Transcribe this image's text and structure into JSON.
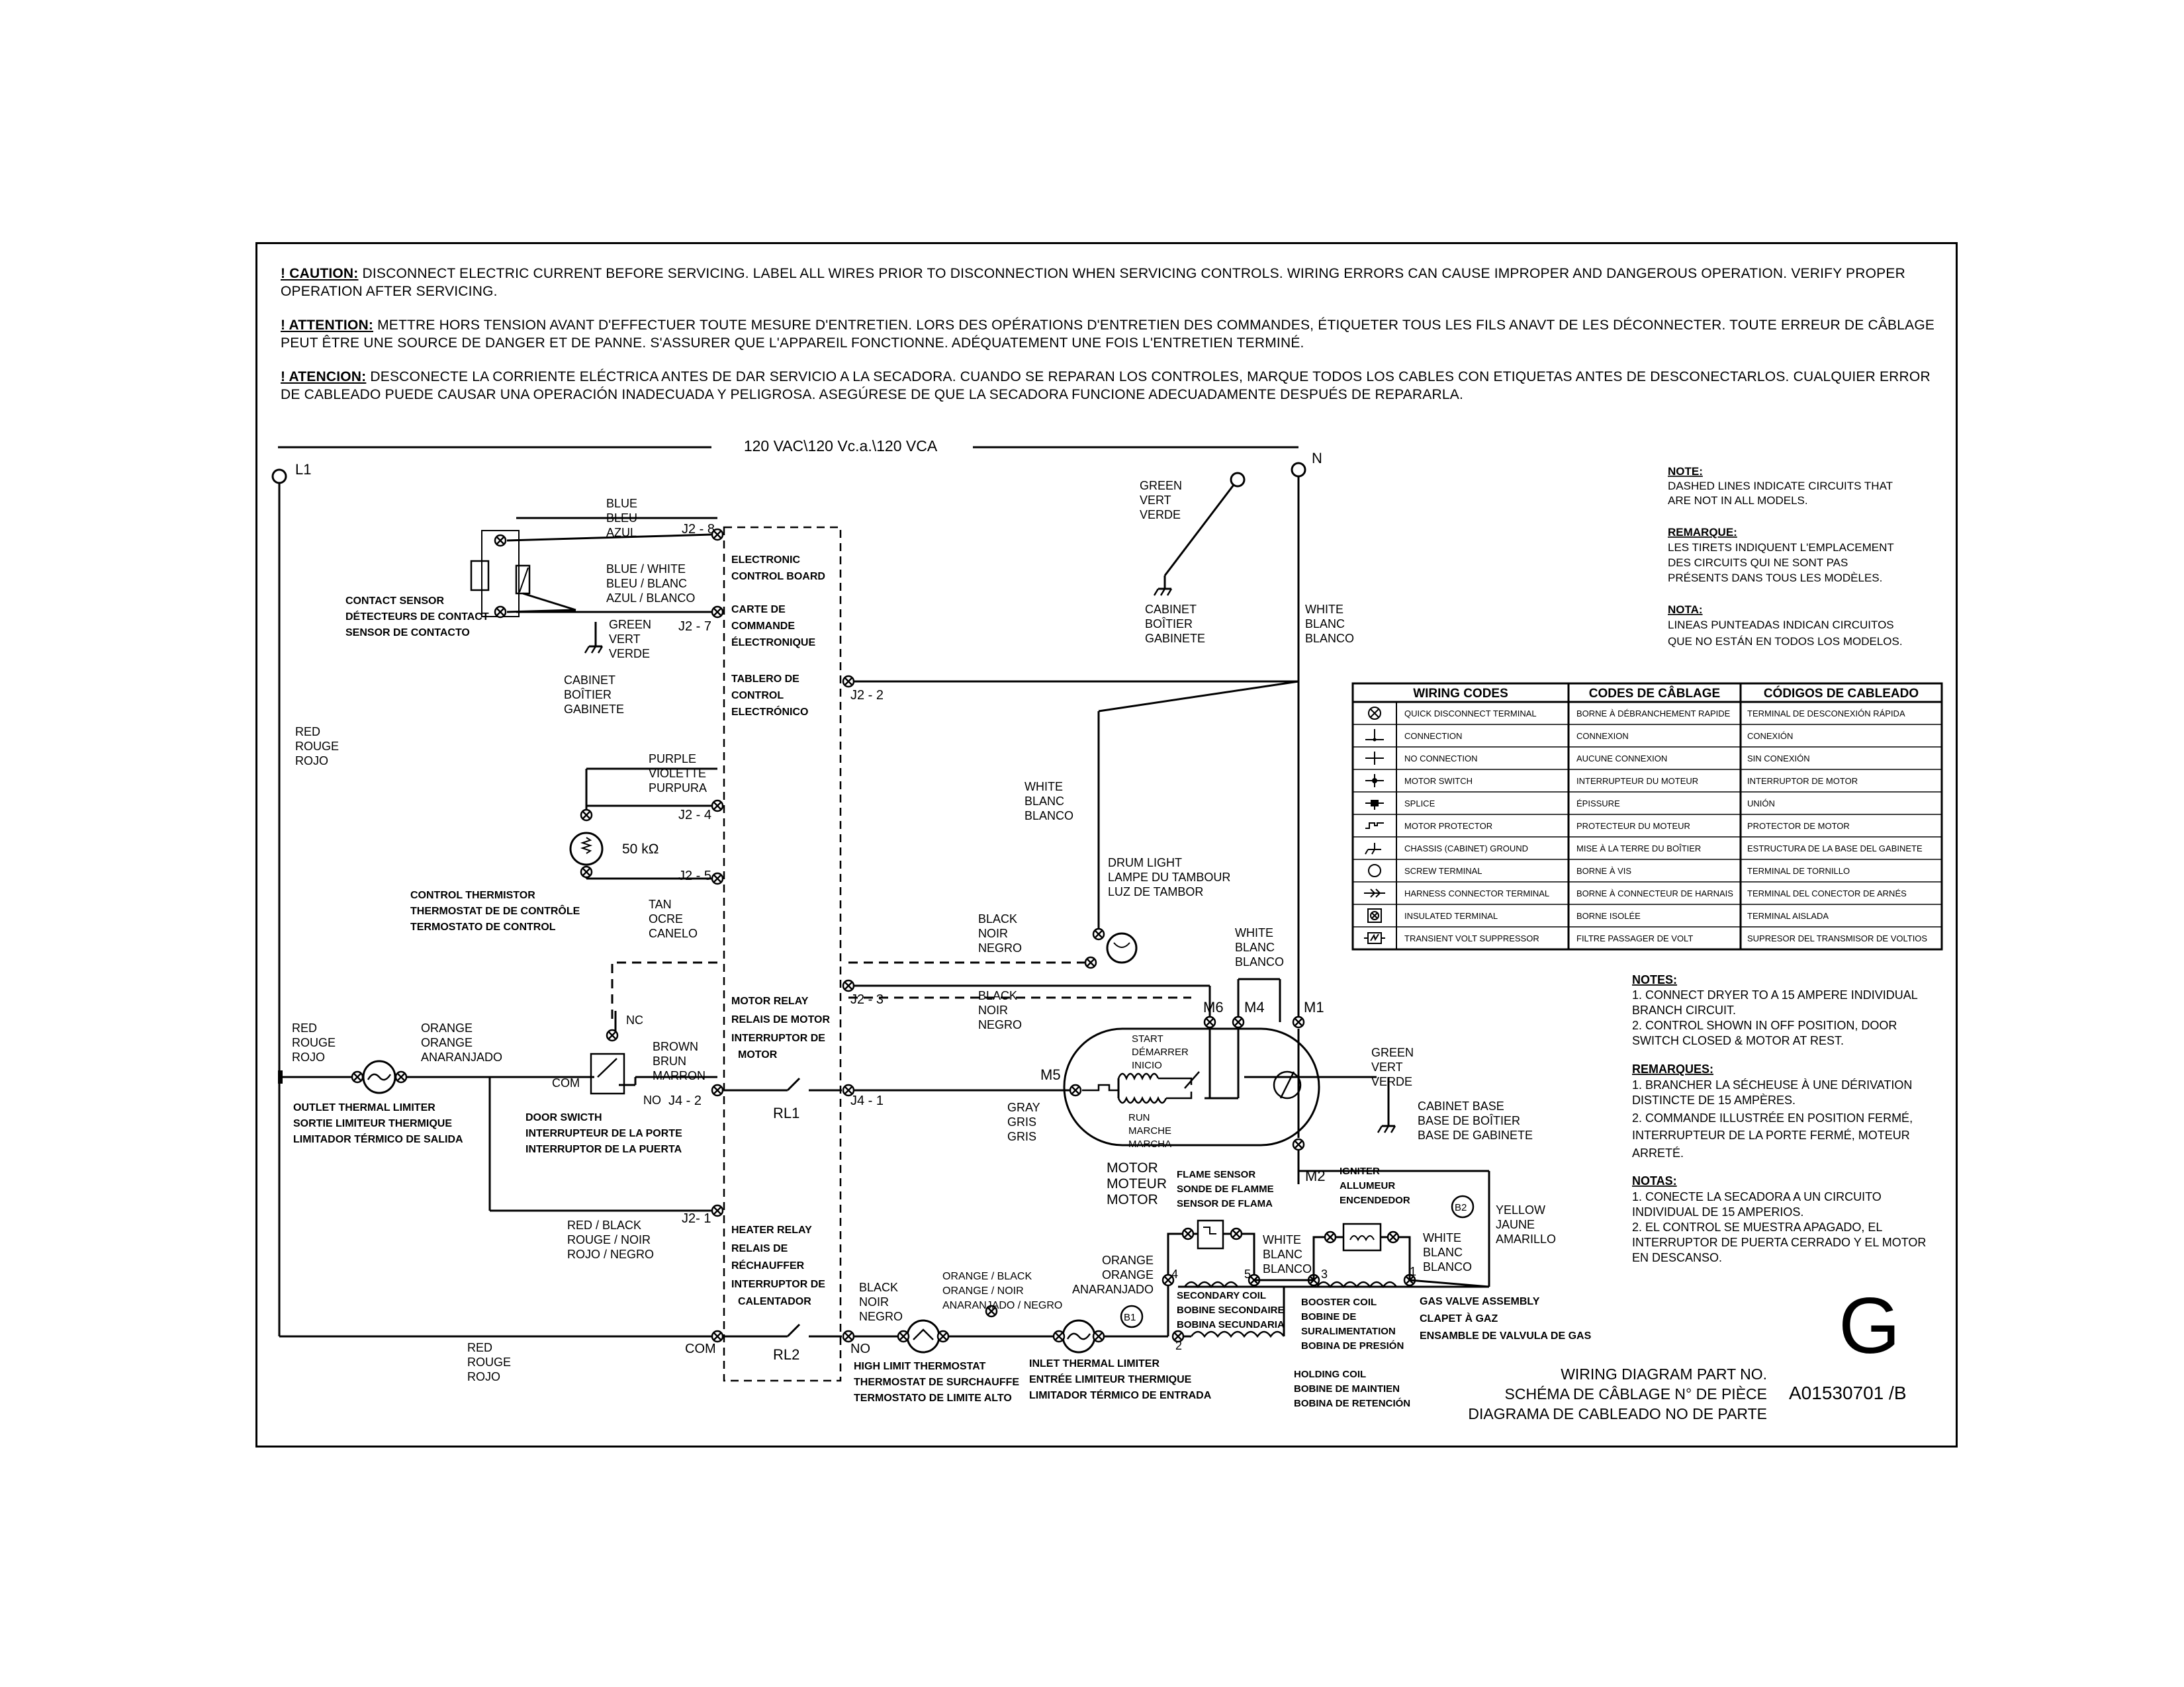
{
  "warnings": [
    {
      "head": "! CAUTION:",
      "text": " DISCONNECT ELECTRIC CURRENT BEFORE SERVICING. LABEL ALL WIRES PRIOR TO DISCONNECTION WHEN SERVICING CONTROLS. WIRING ERRORS CAN CAUSE IMPROPER AND DANGEROUS OPERATION. VERIFY PROPER OPERATION AFTER SERVICING."
    },
    {
      "head": "! ATTENTION:",
      "text": " METTRE HORS TENSION AVANT D'EFFECTUER TOUTE MESURE D'ENTRETIEN. LORS DES OPÉRATIONS D'ENTRETIEN DES COMMANDES, ÉTIQUETER TOUS LES FILS ANAVT DE LES DÉCONNECTER. TOUTE ERREUR DE CÂBLAGE PEUT ÊTRE UNE SOURCE DE DANGER ET DE PANNE. S'ASSURER QUE L'APPAREIL FONCTIONNE. ADÉQUATEMENT UNE FOIS L'ENTRETIEN TERMINÉ."
    },
    {
      "head": "! ATENCION:",
      "text": " DESCONECTE LA CORRIENTE ELÉCTRICA ANTES DE DAR SERVICIO A LA SECADORA. CUANDO SE REPARAN LOS CONTROLES, MARQUE TODOS LOS CABLES CON ETIQUETAS ANTES DE DESCONECTARLOS. CUALQUIER ERROR DE CABLEADO PUEDE CAUSAR UNA OPERACIÓN INADECUADA Y PELIGROSA. ASEGÚRESE DE QUE LA SECADORA FUNCIONE ADECUADAMENTE DESPUÉS DE REPARARLA."
    }
  ],
  "supply": {
    "voltage": "120 VAC\\120 Vc.a.\\120 VCA",
    "l1": "L1",
    "n": "N"
  },
  "board": {
    "title": [
      "ELECTRONIC",
      "CONTROL BOARD",
      "CARTE DE",
      "COMMANDE",
      "ÉLECTRONIQUE",
      "TABLERO DE",
      "CONTROL",
      "ELECTRÓNICO"
    ],
    "motor_relay": [
      "MOTOR RELAY",
      "RELAIS DE MOTOR",
      "INTERRUPTOR DE",
      "MOTOR"
    ],
    "heater_relay": [
      "HEATER RELAY",
      "RELAIS DE",
      "RÉCHAUFFER",
      "INTERRUPTOR DE",
      "CALENTADOR"
    ],
    "rl1": "RL1",
    "rl2": "RL2"
  },
  "pins": {
    "j2_8": "J2 - 8",
    "j2_7": "J2 - 7",
    "j2_2": "J2 - 2",
    "j2_4": "J2 - 4",
    "j2_5": "J2 - 5",
    "j2_3": "J2 - 3",
    "j4_2": "J4 - 2",
    "j4_1": "J4 - 1",
    "j2_1": "J2- 1",
    "com": "COM",
    "no": "NO"
  },
  "labels": {
    "blue": [
      "BLUE",
      "BLEU",
      "AZUL"
    ],
    "blue_white": [
      "BLUE / WHITE",
      "BLEU / BLANC",
      "AZUL / BLANCO"
    ],
    "contact_sensor": [
      "CONTACT SENSOR",
      "DÉTECTEURS DE CONTACT",
      "SENSOR DE CONTACTO"
    ],
    "green1": [
      "GREEN",
      "VERT",
      "VERDE"
    ],
    "cabinet1": [
      "CABINET",
      "BOÎTIER",
      "GABINETE"
    ],
    "red1": [
      "RED",
      "ROUGE",
      "ROJO"
    ],
    "purple": [
      "PURPLE",
      "VIOLETTE",
      "PURPURA"
    ],
    "ohm": "50 kΩ",
    "thermistor": [
      "CONTROL THERMISTOR",
      "THERMOSTAT DE DE CONTRÔLE",
      "TERMOSTATO DE CONTROL"
    ],
    "tan": [
      "TAN",
      "OCRE",
      "CANELO"
    ],
    "green2": [
      "GREEN",
      "VERT",
      "VERDE"
    ],
    "cabinet2": [
      "CABINET",
      "BOÎTIER",
      "GABINETE"
    ],
    "white1": [
      "WHITE",
      "BLANC",
      "BLANCO"
    ],
    "white2": [
      "WHITE",
      "BLANC",
      "BLANCO"
    ],
    "drum_light": [
      "DRUM LIGHT",
      "LAMPE DU TAMBOUR",
      "LUZ DE TAMBOR"
    ],
    "black1": [
      "BLACK",
      "NOIR",
      "NEGRO"
    ],
    "white3": [
      "WHITE",
      "BLANC",
      "BLANCO"
    ],
    "black2": [
      "BLACK",
      "NOIR",
      "NEGRO"
    ],
    "red2": [
      "RED",
      "ROUGE",
      "ROJO"
    ],
    "orange1": [
      "ORANGE",
      "ORANGE",
      "ANARANJADO"
    ],
    "brown": [
      "BROWN",
      "BRUN",
      "MARRON"
    ],
    "nc": "NC",
    "com2": "COM",
    "no2": "NO",
    "outlet_limiter": [
      "OUTLET THERMAL LIMITER",
      "SORTIE LIMITEUR THERMIQUE",
      "LIMITADOR TÉRMICO DE SALIDA"
    ],
    "door_switch": [
      "DOOR SWICTH",
      "INTERRUPTEUR DE LA PORTE",
      "INTERRUPTOR DE LA PUERTA"
    ],
    "gray": [
      "GRAY",
      "GRIS",
      "GRIS"
    ],
    "m5": "M5",
    "m6": "M6",
    "m4": "M4",
    "m1": "M1",
    "m2": "M2",
    "start": [
      "START",
      "DÉMARRER",
      "INICIO"
    ],
    "run": [
      "RUN",
      "MARCHE",
      "MARCHA"
    ],
    "motor": [
      "MOTOR",
      "MOTEUR",
      "MOTOR"
    ],
    "green3": [
      "GREEN",
      "VERT",
      "VERDE"
    ],
    "cabinet_base": [
      "CABINET BASE",
      "BASE DE BOÎTIER",
      "BASE DE GABINETE"
    ],
    "red_black": [
      "RED / BLACK",
      "ROUGE / NOIR",
      "ROJO / NEGRO"
    ],
    "red3": [
      "RED",
      "ROUGE",
      "ROJO"
    ],
    "black3": [
      "BLACK",
      "NOIR",
      "NEGRO"
    ],
    "orange_black": [
      "ORANGE / BLACK",
      "ORANGE / NOIR",
      "ANARANJADO / NEGRO"
    ],
    "orange2": [
      "ORANGE",
      "ORANGE",
      "ANARANJADO"
    ],
    "b1": "B1",
    "b2": "B2",
    "flame_sensor": [
      "FLAME SENSOR",
      "SONDE DE FLAMME",
      "SENSOR DE FLAMA"
    ],
    "white4": [
      "WHITE",
      "BLANC",
      "BLANCO"
    ],
    "ignitor": [
      "IGNITER",
      "ALLUMEUR",
      "ENCENDEDOR"
    ],
    "white5": [
      "WHITE",
      "BLANC",
      "BLANCO"
    ],
    "yellow": [
      "YELLOW",
      "JAUNE",
      "AMARILLO"
    ],
    "secondary_coil": [
      "SECONDARY COIL",
      "BOBINE SECONDAIRE",
      "BOBINA SECUNDARIA"
    ],
    "booster_coil": [
      "BOOSTER COIL",
      "BOBINE DE",
      "SURALIMENTATION",
      "BOBINA DE PRESIÓN"
    ],
    "holding_coil": [
      "HOLDING COIL",
      "BOBINE DE MAINTIEN",
      "BOBINA DE RETENCIÓN"
    ],
    "gas_valve": [
      "GAS VALVE ASSEMBLY",
      "CLAPET À GAZ",
      "ENSAMBLE DE VALVULA DE GAS"
    ],
    "high_limit": [
      "HIGH LIMIT THERMOSTAT",
      "THERMOSTAT DE SURCHAUFFE",
      "TERMOSTATO DE LIMITE ALTO"
    ],
    "inlet_limiter": [
      "INLET THERMAL LIMITER",
      "ENTRÉE LIMITEUR THERMIQUE",
      "LIMITADOR TÉRMICO DE ENTRADA"
    ],
    "t4": "4",
    "t5": "5",
    "t3": "3",
    "t1": "1",
    "t2": "2"
  },
  "notes_dashed": [
    {
      "head": "NOTE:",
      "lines": [
        "DASHED LINES INDICATE CIRCUITS THAT",
        "ARE NOT IN ALL MODELS."
      ]
    },
    {
      "head": "REMARQUE:",
      "lines": [
        "LES TIRETS INDIQUENT L'EMPLACEMENT",
        "DES CIRCUITS QUI NE SONT PAS",
        "PRÉSENTS DANS TOUS LES MODÈLES."
      ]
    },
    {
      "head": "NOTA:",
      "lines": [
        "LINEAS PUNTEADAS INDICAN CIRCUITOS",
        "QUE NO ESTÁN EN TODOS LOS MODELOS."
      ]
    }
  ],
  "wiring_codes": {
    "headers": [
      "WIRING CODES",
      "CODES DE CÂBLAGE",
      "CÓDIGOS DE CABLEADO"
    ],
    "rows": [
      {
        "icon": "quick-disconnect-icon",
        "en": "QUICK DISCONNECT TERMINAL",
        "fr": "BORNE À DÉBRANCHEMENT RAPIDE",
        "es": "TERMINAL DE DESCONEXIÓN RÁPIDA"
      },
      {
        "icon": "connection-icon",
        "en": "CONNECTION",
        "fr": "CONNEXION",
        "es": "CONEXIÓN"
      },
      {
        "icon": "no-connection-icon",
        "en": "NO CONNECTION",
        "fr": "AUCUNE CONNEXION",
        "es": "SIN CONEXIÓN"
      },
      {
        "icon": "motor-switch-icon",
        "en": "MOTOR SWITCH",
        "fr": "INTERRUPTEUR DU MOTEUR",
        "es": "INTERRUPTOR DE MOTOR"
      },
      {
        "icon": "splice-icon",
        "en": "SPLICE",
        "fr": "ÉPISSURE",
        "es": "UNIÓN"
      },
      {
        "icon": "motor-protector-icon",
        "en": "MOTOR PROTECTOR",
        "fr": "PROTECTEUR DU MOTEUR",
        "es": "PROTECTOR DE MOTOR"
      },
      {
        "icon": "chassis-ground-icon",
        "en": "CHASSIS  (CABINET)  GROUND",
        "fr": "MISE À LA TERRE DU BOÎTIER",
        "es": "ESTRUCTURA DE LA BASE DEL GABINETE"
      },
      {
        "icon": "screw-terminal-icon",
        "en": "SCREW TERMINAL",
        "fr": "BORNE À VIS",
        "es": "TERMINAL DE TORNILLO"
      },
      {
        "icon": "harness-connector-icon",
        "en": "HARNESS CONNECTOR TERMINAL",
        "fr": "BORNE À CONNECTEUR DE HARNAIS",
        "es": "TERMINAL DEL CONECTOR DE ARNÉS"
      },
      {
        "icon": "insulated-terminal-icon",
        "en": "INSULATED TERMINAL",
        "fr": "BORNE ISOLÉE",
        "es": "TERMINAL AISLADA"
      },
      {
        "icon": "transient-suppressor-icon",
        "en": "TRANSIENT VOLT SUPPRESSOR",
        "fr": "FILTRE PASSAGER DE VOLT",
        "es": "SUPRESOR DEL TRANSMISOR DE VOLTIOS"
      }
    ]
  },
  "notes_install": [
    {
      "head": "NOTES:",
      "lines": [
        "1. CONNECT DRYER TO A 15 AMPERE INDIVIDUAL",
        "BRANCH CIRCUIT.",
        "2. CONTROL SHOWN IN OFF POSITION, DOOR",
        "SWITCH CLOSED & MOTOR AT REST."
      ]
    },
    {
      "head": "REMARQUES:",
      "lines": [
        "1. BRANCHER LA SÉCHEUSE À UNE DÉRIVATION",
        "DISTINCTE DE 15 AMPÈRES.",
        "2. COMMANDE ILLUSTRÉE EN POSITION FERMÉ,",
        "INTERRUPTEUR DE LA PORTE FERMÉ, MOTEUR",
        "ARRETÉ."
      ]
    },
    {
      "head": "NOTAS:",
      "lines": [
        "1. CONECTE LA SECADORA A UN CIRCUITO",
        "INDIVIDUAL DE 15 AMPERIOS.",
        "2. EL CONTROL SE MUESTRA APAGADO, EL",
        "INTERRUPTOR DE PUERTA CERRADO Y EL MOTOR",
        "EN DESCANSO."
      ]
    }
  ],
  "footer": {
    "letter": "G",
    "part_lines": [
      "WIRING DIAGRAM PART NO.",
      "SCHÉMA DE CÂBLAGE N° DE PIÈCE",
      "DIAGRAMA DE CABLEADO NO DE PARTE"
    ],
    "part_no": "A01530701 /B"
  }
}
